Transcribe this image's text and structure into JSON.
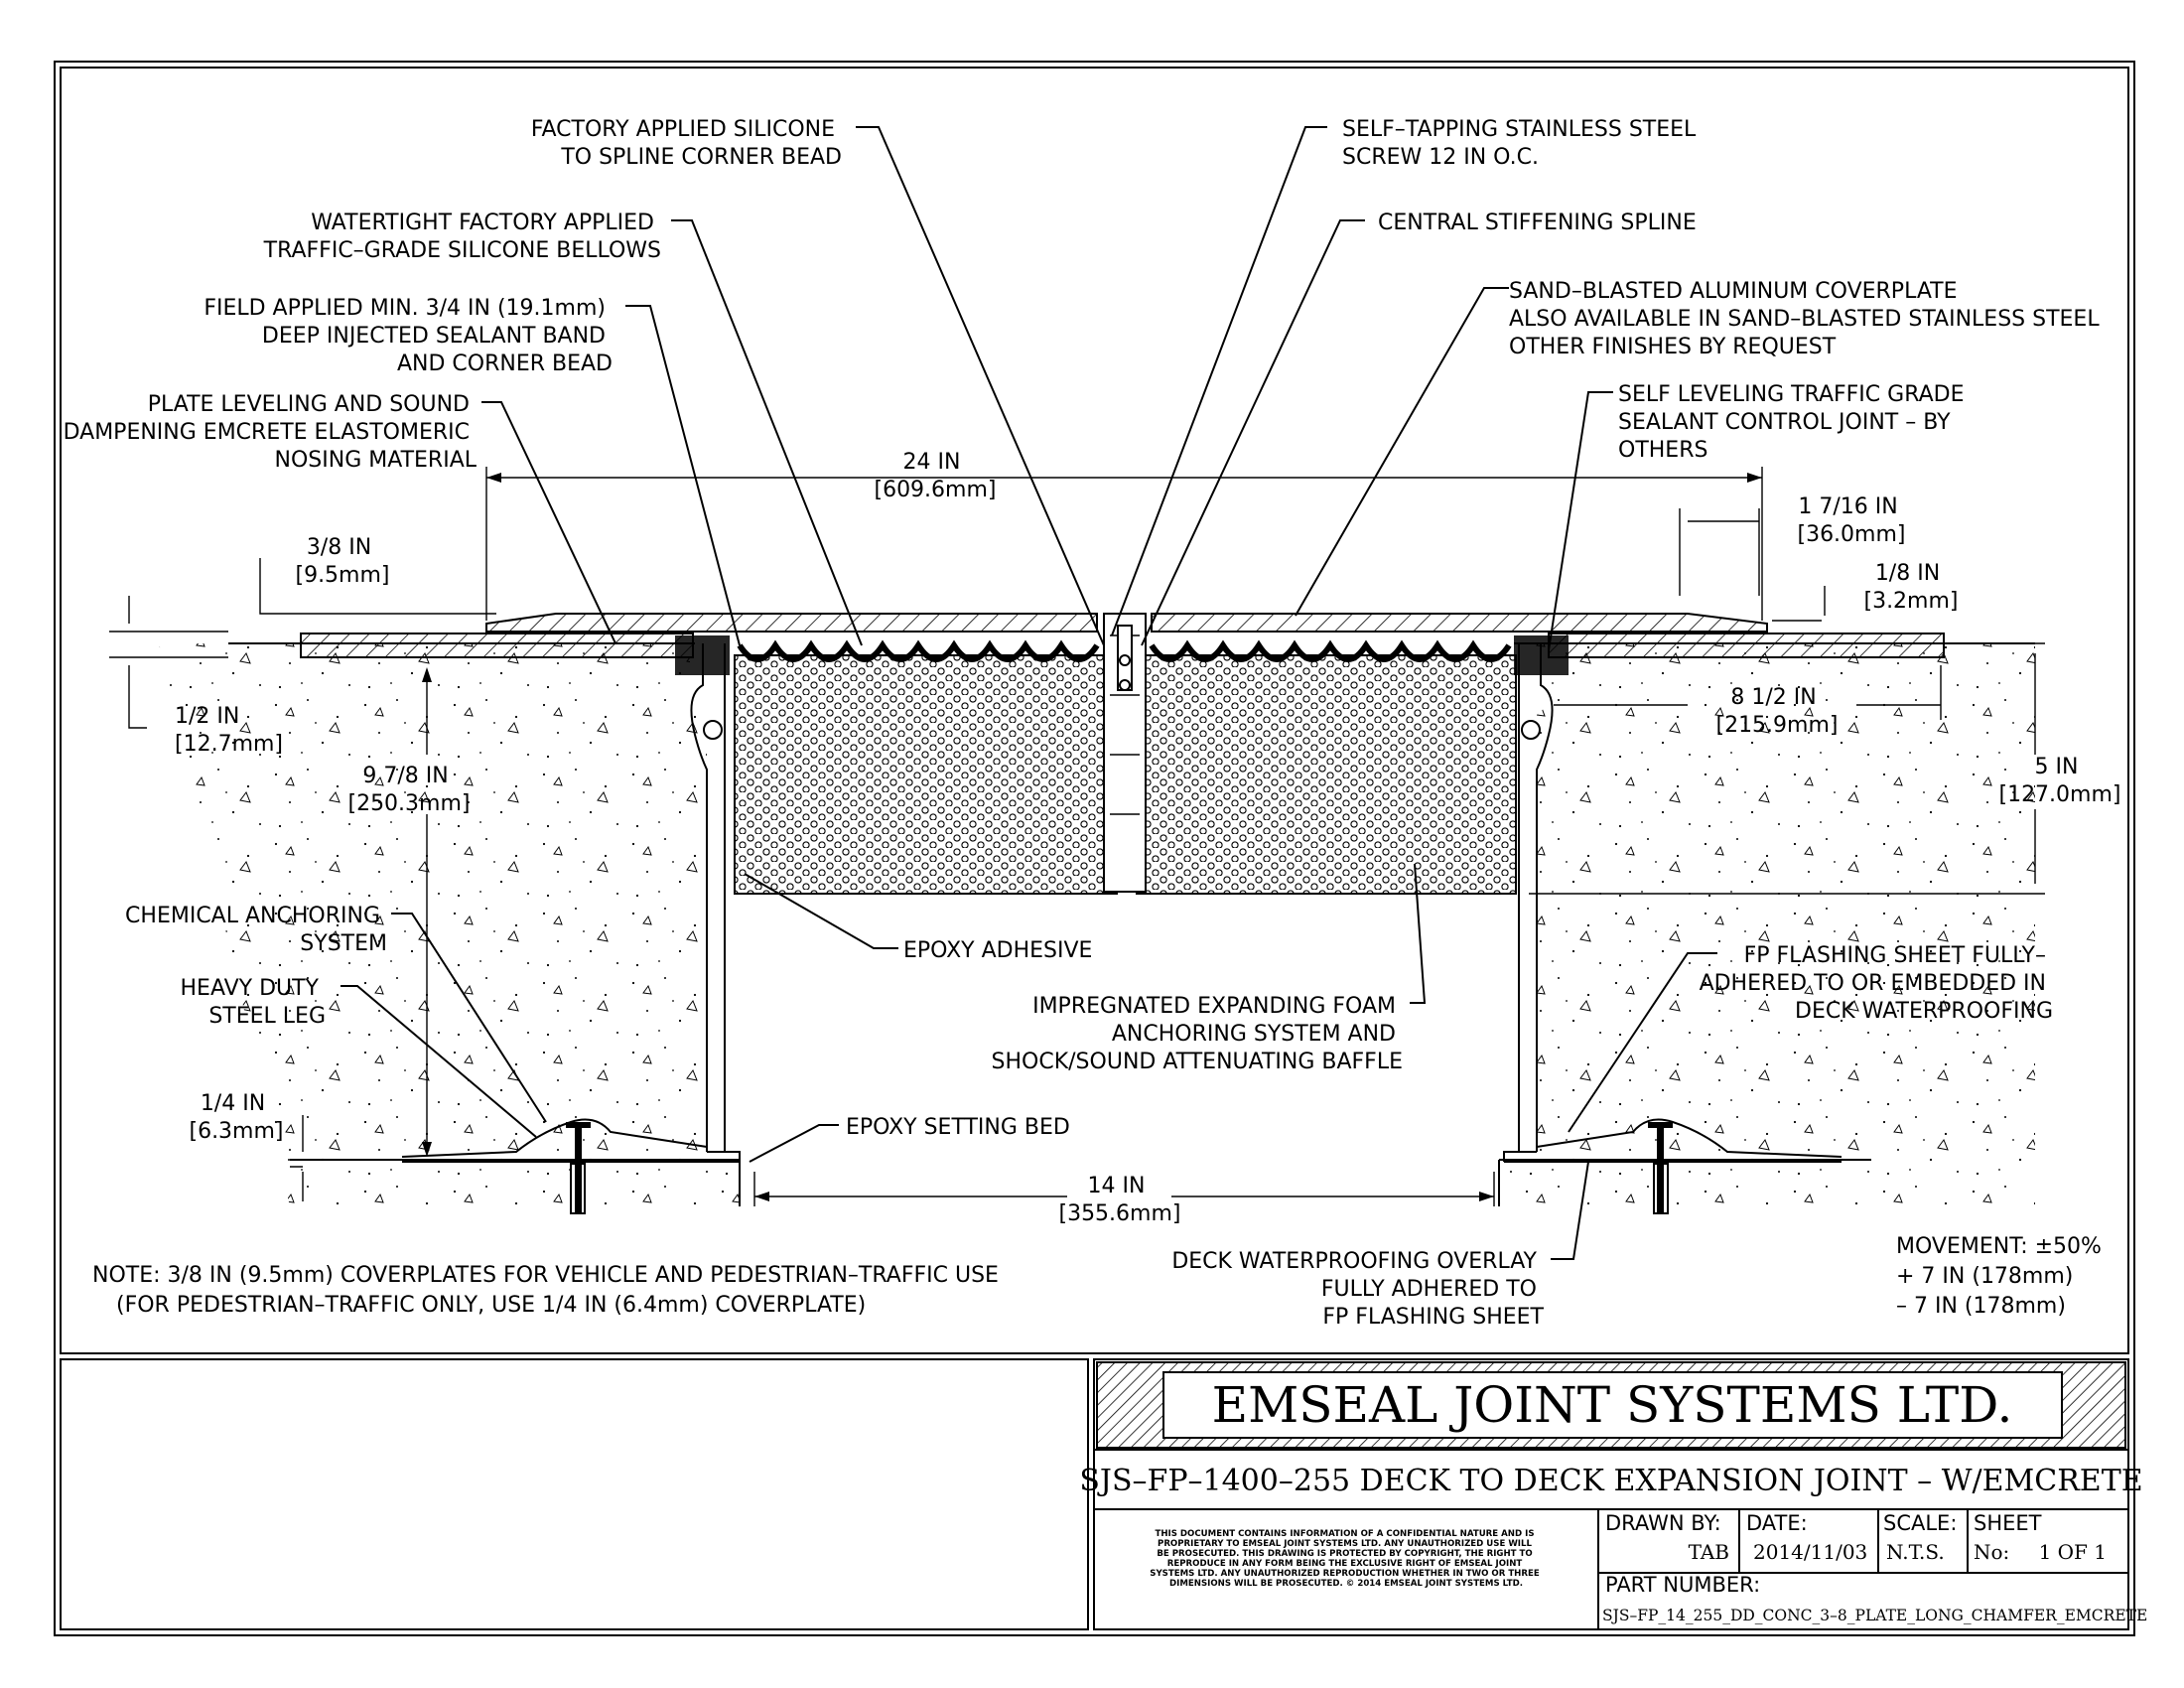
{
  "callouts": {
    "silicone_bead": [
      "FACTORY APPLIED SILICONE",
      "TO SPLINE CORNER BEAD"
    ],
    "bellows": [
      "WATERTIGHT FACTORY APPLIED",
      "TRAFFIC–GRADE SILICONE BELLOWS"
    ],
    "sealant_band": [
      "FIELD APPLIED MIN. 3/4 IN (19.1mm)",
      "DEEP INJECTED SEALANT BAND",
      "AND CORNER BEAD"
    ],
    "nosing": [
      "PLATE LEVELING AND SOUND",
      "DAMPENING EMCRETE ELASTOMERIC",
      "NOSING MATERIAL"
    ],
    "screw": [
      "SELF–TAPPING STAINLESS STEEL",
      "SCREW 12 IN O.C."
    ],
    "spline": [
      "CENTRAL STIFFENING SPLINE"
    ],
    "coverplate": [
      "SAND–BLASTED ALUMINUM COVERPLATE",
      "ALSO AVAILABLE IN SAND–BLASTED STAINLESS STEEL",
      "OTHER FINISHES BY REQUEST"
    ],
    "control_joint": [
      "SELF LEVELING TRAFFIC GRADE",
      "SEALANT CONTROL JOINT – BY",
      "OTHERS"
    ],
    "chemical_anchor": [
      "CHEMICAL ANCHORING",
      "SYSTEM"
    ],
    "steel_leg": [
      "HEAVY DUTY",
      "STEEL LEG"
    ],
    "epoxy_adhesive": [
      "EPOXY ADHESIVE"
    ],
    "foam": [
      "IMPREGNATED EXPANDING FOAM",
      "ANCHORING SYSTEM AND",
      "SHOCK/SOUND ATTENUATING BAFFLE"
    ],
    "epoxy_bed": [
      "EPOXY SETTING BED"
    ],
    "fp_flashing": [
      "FP FLASHING SHEET FULLY–",
      "ADHERED TO OR EMBEDDED IN",
      "DECK WATERPROOFING"
    ],
    "overlay": [
      "DECK WATERPROOFING OVERLAY",
      "FULLY ADHERED TO",
      "FP FLASHING SHEET"
    ]
  },
  "dimensions": {
    "width_24": [
      "24 IN",
      "[609.6mm]"
    ],
    "plate_3_8": [
      "3/8 IN",
      "[9.5mm]"
    ],
    "depth_1_2": [
      "1/2 IN",
      "[12.7mm]"
    ],
    "depth_9_7_8": [
      "9 7/8 IN",
      "[250.3mm]"
    ],
    "chamfer_1_7_16": [
      "1 7/16 IN",
      "[36.0mm]"
    ],
    "chamfer_1_8": [
      "1/8 IN",
      "[3.2mm]"
    ],
    "nose_8_1_2": [
      "8 1/2 IN",
      "[215.9mm]"
    ],
    "depth_5": [
      "5 IN",
      "[127.0mm]"
    ],
    "flange_1_4": [
      "1/4 IN",
      "[6.3mm]"
    ],
    "gap_14": [
      "14 IN",
      "[355.6mm]"
    ]
  },
  "note": [
    "NOTE: 3/8 IN (9.5mm) COVERPLATES FOR VEHICLE AND PEDESTRIAN–TRAFFIC USE",
    "(FOR PEDESTRIAN–TRAFFIC ONLY, USE 1/4 IN (6.4mm) COVERPLATE)"
  ],
  "movement": [
    "MOVEMENT: ±50%",
    "+ 7 IN (178mm)",
    "– 7 IN (178mm)"
  ],
  "title_block": {
    "company": "EMSEAL JOINT SYSTEMS LTD.",
    "drawing_title": "SJS–FP–1400–255 DECK TO DECK EXPANSION JOINT – W/EMCRETE",
    "disclaimer": [
      "THIS DOCUMENT CONTAINS INFORMATION OF A CONFIDENTIAL NATURE AND IS",
      "PROPRIETARY TO EMSEAL JOINT SYSTEMS LTD. ANY UNAUTHORIZED USE WILL",
      "BE PROSECUTED. THIS DRAWING IS PROTECTED BY COPYRIGHT, THE RIGHT TO",
      "REPRODUCE IN ANY FORM BEING THE EXCLUSIVE RIGHT OF EMSEAL JOINT",
      "SYSTEMS LTD. ANY UNAUTHORIZED REPRODUCTION WHETHER IN TWO OR THREE",
      "DIMENSIONS WILL BE PROSECUTED. © 2014 EMSEAL JOINT SYSTEMS LTD."
    ],
    "drawn_by_label": "DRAWN BY:",
    "drawn_by": "TAB",
    "date_label": "DATE:",
    "date": "2014/11/03",
    "scale_label": "SCALE:",
    "scale": "N.T.S.",
    "sheet_label": "SHEET",
    "sheet_no_label": "No:",
    "sheet": "1 OF 1",
    "part_label": "PART NUMBER:",
    "part": "SJS–FP_14_255_DD_CONC_3–8_PLATE_LONG_CHAMFER_EMCRETE"
  }
}
